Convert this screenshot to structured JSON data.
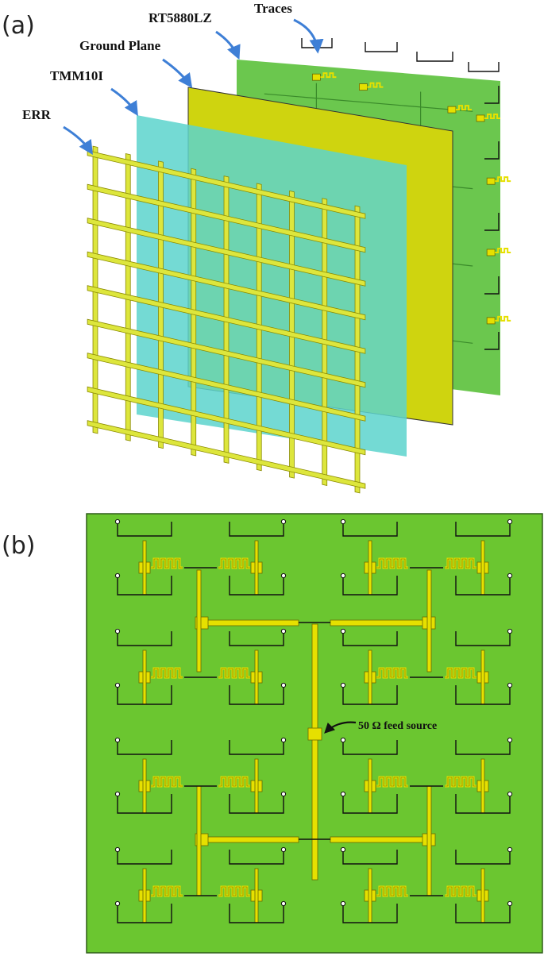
{
  "figure": {
    "panel_a": {
      "label": "(a)"
    },
    "panel_b": {
      "label": "(b)"
    },
    "layers": [
      {
        "id": "err",
        "label": "ERR",
        "color": "#dde63c"
      },
      {
        "id": "tmm",
        "label": "TMM10I",
        "color": "#5cd3cc"
      },
      {
        "id": "ground",
        "label": "Ground Plane",
        "color": "#cfd40f"
      },
      {
        "id": "rt",
        "label": "RT5880LZ",
        "color": "#63c444"
      },
      {
        "id": "traces",
        "label": "Traces",
        "color": "#e6e000"
      }
    ],
    "feed_label": "50 Ω feed source",
    "colors": {
      "arrow": "#3e7fd6",
      "substrate": "#6bc630",
      "trace": "#e6e000",
      "trace_outline": "#6b6a00",
      "line_black": "#111111"
    }
  }
}
